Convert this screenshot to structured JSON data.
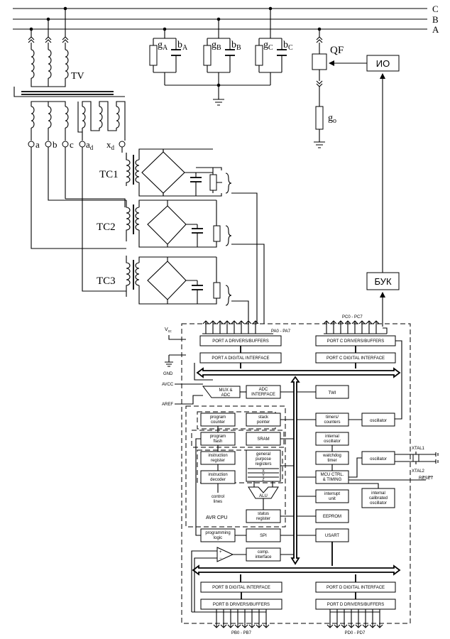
{
  "power": {
    "phases": [
      "C",
      "B",
      "A"
    ],
    "transformer": "TV",
    "insulation": [
      {
        "g": "g",
        "gsub": "A",
        "b": "b",
        "bsub": "A"
      },
      {
        "g": "g",
        "gsub": "B",
        "b": "b",
        "bsub": "B"
      },
      {
        "g": "g",
        "gsub": "C",
        "b": "b",
        "bsub": "C"
      }
    ],
    "breaker": "QF",
    "ground_conductance": {
      "g": "g",
      "sub": "o"
    },
    "executive": "ИО",
    "control_unit": "БУК",
    "tap_labels": [
      "a",
      "b",
      "c"
    ],
    "ad": {
      "main": "a",
      "sub": "d"
    },
    "xd": {
      "main": "x",
      "sub": "d"
    },
    "converters": [
      "TC1",
      "TC2",
      "TC3"
    ]
  },
  "mcu": {
    "vcc": "V",
    "vcc_sub": "cc",
    "gnd": "GND",
    "avcc": "AVCC",
    "aref": "AREF",
    "port_a_pins": "PA0 - PA7",
    "port_c_pins": "PC0 - PC7",
    "port_b_pins": "PB0 - PB7",
    "port_d_pins": "PD0 - PD7",
    "blocks": {
      "porta_drv": "PORT A DRIVERS/BUFFERS",
      "porta_dig": "PORT A DIGITAL INTERFACE",
      "portc_drv": "PORT C DRIVERS/BUFFERS",
      "portc_dig": "PORT C DIGITAL INTERFACE",
      "mux": [
        "MUX &",
        "ADC"
      ],
      "adc_if": [
        "ADC",
        "INTERFACE"
      ],
      "twi": "TWI",
      "prog_counter": [
        "program",
        "counter"
      ],
      "stack_ptr": [
        "stack",
        "pointer"
      ],
      "timers": [
        "timers/",
        "counters"
      ],
      "oscillator1": "oscillator",
      "prog_flash": [
        "program",
        "flash"
      ],
      "sram": "SRAM",
      "int_osc": [
        "internal",
        "oscillator"
      ],
      "instr_reg": [
        "instruction",
        "register"
      ],
      "gp_regs": [
        "general",
        "purpose",
        "registers"
      ],
      "reg_xyz": [
        "X",
        "Y",
        "Z"
      ],
      "watchdog": [
        "watchdog",
        "timer"
      ],
      "oscillator2": "oscillator",
      "instr_dec": [
        "instruction",
        "decoder"
      ],
      "mcu_ctrl": [
        "MCU CTRL.",
        "& TIMING"
      ],
      "control_lines": [
        "control",
        "lines"
      ],
      "alu": "ALU",
      "int_unit": [
        "interrupt",
        "unit"
      ],
      "int_cal_osc": [
        "internal",
        "calibrated",
        "oscillator"
      ],
      "avr_cpu": "AVR CPU",
      "status_reg": [
        "status",
        "register"
      ],
      "eeprom": "EEPROM",
      "prog_logic": [
        "programming",
        "logic"
      ],
      "spi": "SPI",
      "usart": "USART",
      "comp_if": [
        "comp.",
        "interface"
      ],
      "portb_dig": "PORT B DIGITAL INTERFACE",
      "portd_dig": "PORT D DIGITAL INTERFACE",
      "portb_drv": "PORT B DRIVERS/BUFFERS",
      "portd_drv": "PORT D DRIVERS/BUFFERS"
    },
    "xtal1": "XTAL1",
    "xtal2": "XTAL2",
    "reset": "RESET"
  }
}
